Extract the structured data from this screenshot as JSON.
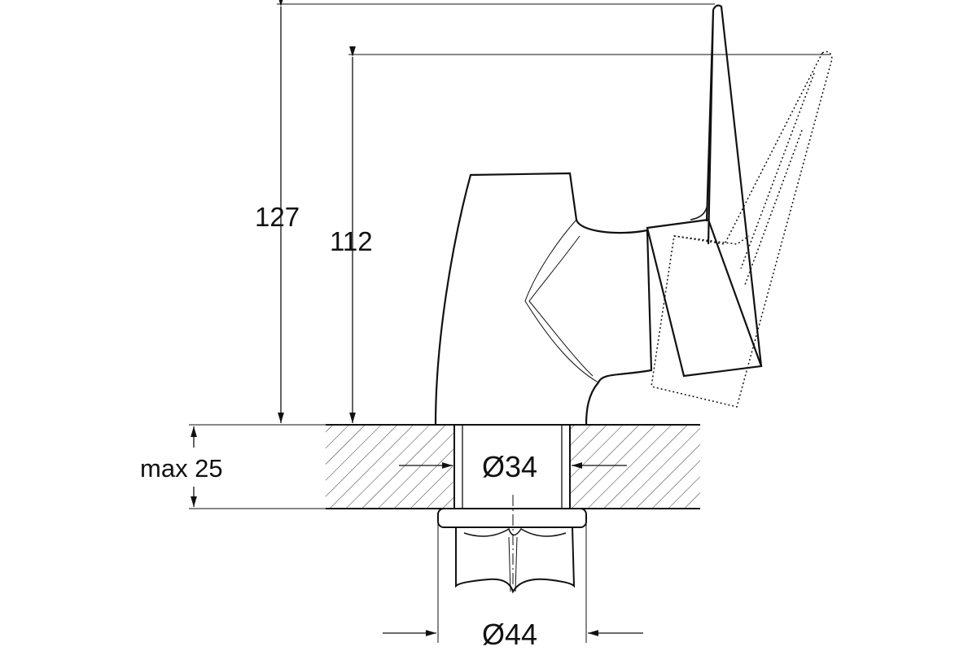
{
  "dimensions": {
    "total_height": "127",
    "spout_height": "112",
    "max_counter_thickness": "max 25",
    "hole_diameter": "Ø34",
    "nut_diameter": "Ø44"
  },
  "colors": {
    "line": "#111111",
    "background": "#ffffff"
  }
}
